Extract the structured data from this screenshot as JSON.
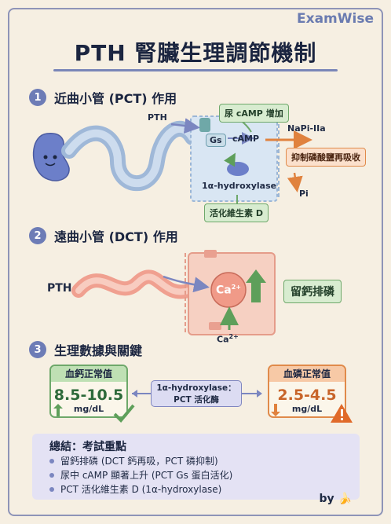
{
  "brand": "ExamWise",
  "title": "PTH 腎臟生理調節機制",
  "sections": [
    {
      "num": "1",
      "heading": "近曲小管 (PCT) 作用"
    },
    {
      "num": "2",
      "heading": "遠曲小管 (DCT) 作用"
    },
    {
      "num": "3",
      "heading": "生理數據與關鍵"
    }
  ],
  "pct": {
    "pth": "PTH",
    "gs": "Gs",
    "camp": "cAMP",
    "camp_up": "尿 cAMP 增加",
    "napi": "NaPi-IIa",
    "inhibit": "抑制磷酸鹽再吸收",
    "hydroxylase": "1α-hydroxylase",
    "pi": "Pi",
    "vitd": "活化維生素 D"
  },
  "dct": {
    "pth": "PTH",
    "ca": "Ca",
    "ca_sup": "2+",
    "ca_in": "Ca",
    "ca_in_sup": "2+",
    "effect": "留鈣排磷"
  },
  "stats": {
    "calcium": {
      "header": "血鈣正常值",
      "value": "8.5-10.5",
      "unit": "mg/dL"
    },
    "middle": {
      "line1": "1α-hydroxylase：",
      "line2": "PCT 活化酶"
    },
    "phosphate": {
      "header": "血磷正常值",
      "value": "2.5-4.5",
      "unit": "mg/dL"
    }
  },
  "summary": {
    "heading": "總結：考試重點",
    "items": [
      "留鈣排磷 (DCT 鈣再吸，PCT 磷抑制)",
      "尿中 cAMP 顯著上升 (PCT Gs 蛋白活化)",
      "PCT 活化維生素 D (1α-hydroxylase)"
    ]
  },
  "by": "by",
  "colors": {
    "accent": "#6d7cb6",
    "green": "#5e9f5a",
    "orange": "#e0823e"
  }
}
